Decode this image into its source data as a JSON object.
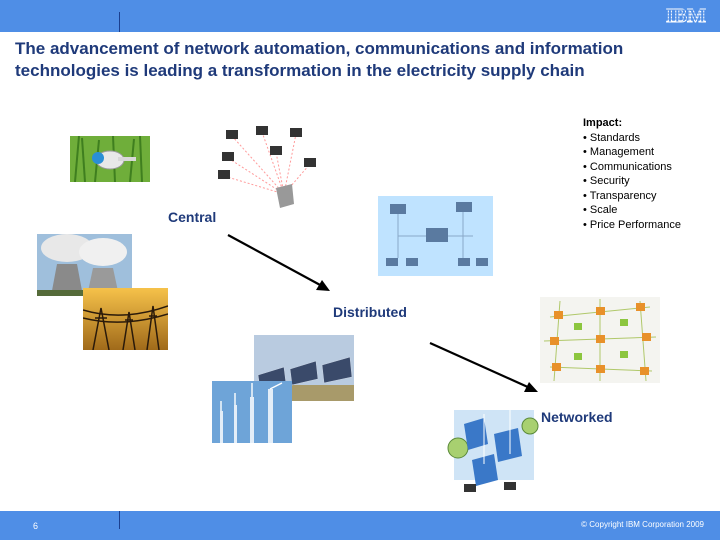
{
  "slide": {
    "title": "The advancement of network automation, communications and information technologies is leading a transformation in the electricity supply chain",
    "logo_text": "IBM",
    "page_number": "6",
    "copyright": "© Copyright IBM Corporation 2009"
  },
  "impact": {
    "heading": "Impact:",
    "items": [
      "• Standards",
      "• Management",
      "• Communications",
      "• Security",
      "• Transparency",
      "• Scale",
      "• Price Performance"
    ]
  },
  "stages": {
    "central": "Central",
    "distributed": "Distributed",
    "networked": "Networked"
  },
  "colors": {
    "bar": "#4f8ee6",
    "title": "#1f3a7a",
    "arrow": "#000000"
  },
  "icons": [
    "plug-icon",
    "computer-network-icon",
    "server-network-icon",
    "power-plant-image",
    "power-lines-image",
    "solar-panels-image",
    "wind-turbines-image",
    "grid-nodes-image",
    "smart-grid-image"
  ]
}
